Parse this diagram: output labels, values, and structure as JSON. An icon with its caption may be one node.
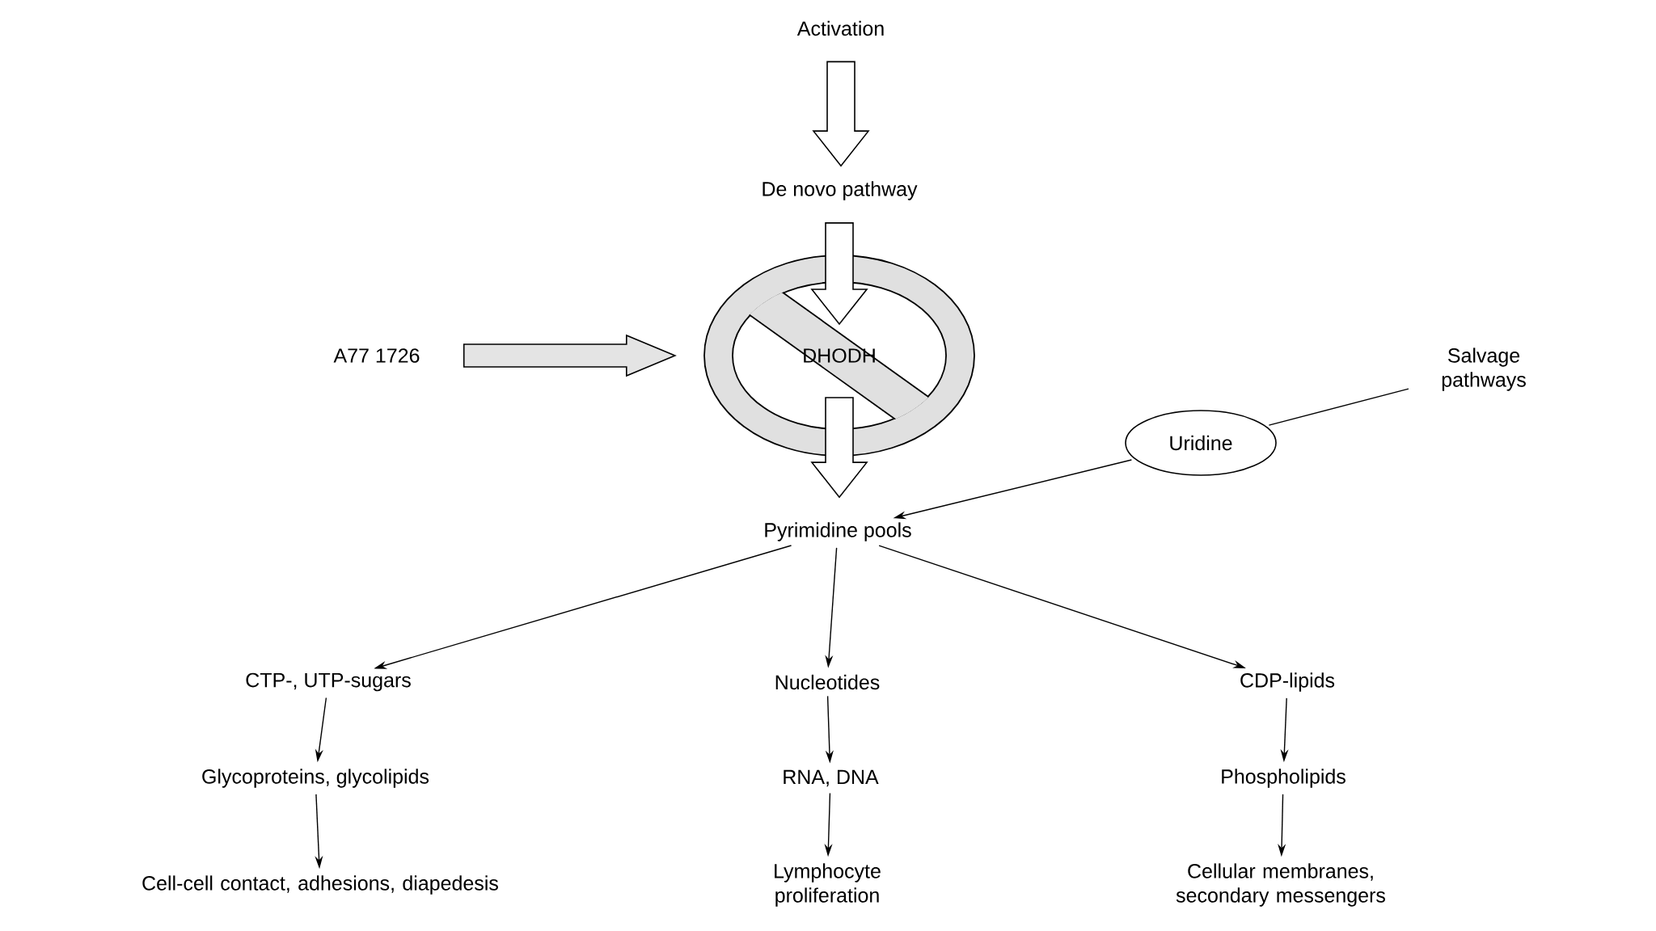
{
  "diagram": {
    "nodes": [
      {
        "text": [
          "Activation"
        ]
      },
      {
        "text": [
          "De novo pathway"
        ]
      },
      {
        "text": [
          "DHODH"
        ]
      },
      {
        "text": [
          "A77 1726"
        ]
      },
      {
        "text": [
          "Salvage pathways"
        ]
      },
      {
        "text": [
          "Uridine"
        ]
      },
      {
        "text": [
          "Pyrimidine pools"
        ]
      },
      {
        "text": [
          "CTP-, UTP-sugars"
        ]
      },
      {
        "text": [
          "Nucleotides"
        ]
      },
      {
        "text": [
          "CDP-lipids"
        ]
      },
      {
        "text": [
          "Glycoproteins, glycolipids"
        ]
      },
      {
        "text": [
          "RNA, DNA"
        ]
      },
      {
        "text": [
          "Phospholipids"
        ]
      },
      {
        "text": [
          "Cell-cell contact, adhesions, diapedesis"
        ]
      },
      {
        "text": [
          "Lymphocyte proliferation"
        ]
      },
      {
        "text": [
          "Cellular membranes, secondary messengers"
        ]
      }
    ],
    "edges": [
      {
        "from": 0,
        "to": 1,
        "arrow": "to",
        "style": "thick"
      },
      {
        "from": 1,
        "to": 2,
        "arrow": "to",
        "style": "thick"
      },
      {
        "from": 2,
        "to": 6,
        "arrow": "to",
        "style": "thick"
      },
      {
        "from": 3,
        "to": 2,
        "arrow": "to",
        "style": "thick",
        "color": "#e4e4e4"
      },
      {
        "from": 4,
        "to": 5,
        "arrow": "none"
      },
      {
        "from": 5,
        "to": 6,
        "arrow": "to"
      },
      {
        "from": 6,
        "to": 7,
        "arrow": "to"
      },
      {
        "from": 6,
        "to": 8,
        "arrow": "to"
      },
      {
        "from": 6,
        "to": 9,
        "arrow": "to"
      },
      {
        "from": 7,
        "to": 10,
        "arrow": "to"
      },
      {
        "from": 10,
        "to": 13,
        "arrow": "to"
      },
      {
        "from": 8,
        "to": 11,
        "arrow": "to"
      },
      {
        "from": 11,
        "to": 14,
        "arrow": "to"
      },
      {
        "from": 9,
        "to": 12,
        "arrow": "to"
      },
      {
        "from": 12,
        "to": 15,
        "arrow": "to"
      }
    ]
  }
}
